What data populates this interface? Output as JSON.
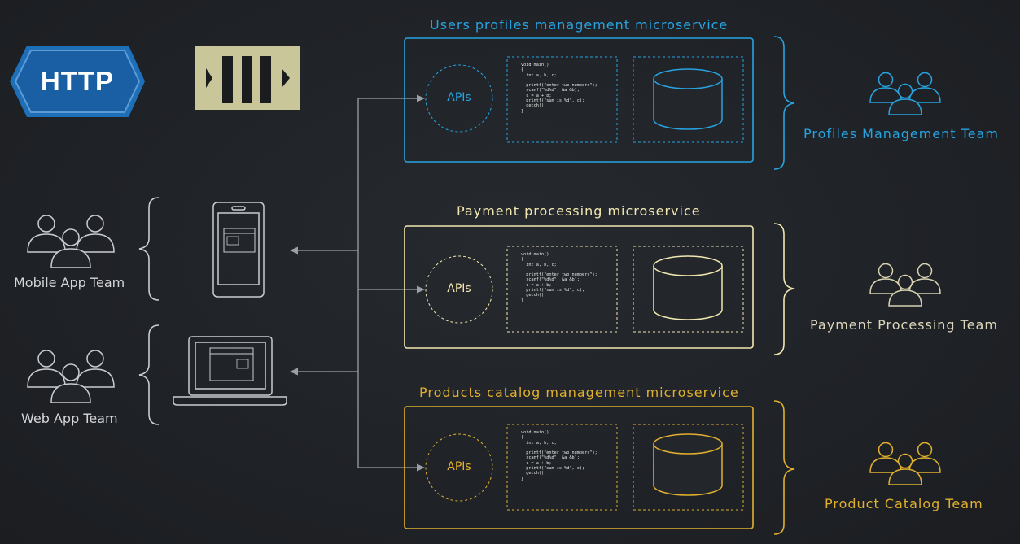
{
  "badges": {
    "http": "HTTP"
  },
  "services": [
    {
      "title": "Users profiles management microservice",
      "api_label": "APIs",
      "team": "Profiles Management  Team",
      "color": "#27a3e0"
    },
    {
      "title": "Payment processing microservice",
      "api_label": "APIs",
      "team": "Payment Processing Team",
      "color": "#f2e7b0"
    },
    {
      "title": "Products catalog management microservice",
      "api_label": "APIs",
      "team": "Product Catalog Team",
      "color": "#e0b02e"
    }
  ],
  "clients": [
    {
      "team": "Mobile App Team",
      "device": "mobile-phone-icon"
    },
    {
      "team": "Web App Team",
      "device": "laptop-icon"
    }
  ],
  "code_snippet": "void main()\n{\n  int a, b, c;\n\n  printf(\"enter two numbers\");\n  scanf(\"%d%d\", &a &b);\n  c = a + b;\n  printf(\"sum is %d\", c);\n  getch();\n}",
  "colors": {
    "background": "#1f2226",
    "connector": "#9aa0a6",
    "client_icon": "#c9ccd0",
    "http_badge": "#1a5fa3",
    "message_queue_badge": "#c9c79a"
  }
}
